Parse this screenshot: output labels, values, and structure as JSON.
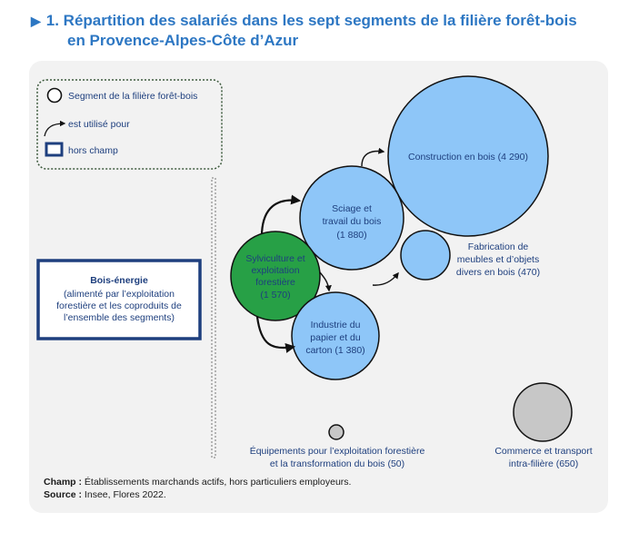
{
  "title": {
    "line1": "1. Répartition des salariés dans les sept segments de la filière forêt-bois",
    "line2": "en Provence-Alpes-Côte d’Azur"
  },
  "legend": {
    "segment": "Segment de la filière forêt-bois",
    "used_for": "est utilisé pour",
    "out_of_scope": "hors champ"
  },
  "bois_energie": {
    "title": "Bois-énergie",
    "lines": [
      "(alimenté par l’exploitation",
      "forestière et les coproduits de",
      "l’ensemble des segments)"
    ]
  },
  "segments": {
    "sylviculture": {
      "lines": [
        "Sylviculture et",
        "exploitation",
        "forestière",
        "(1 570)"
      ],
      "value": 1570
    },
    "sciage": {
      "lines": [
        "Sciage et",
        "travail du bois",
        "(1 880)"
      ],
      "value": 1880
    },
    "construction": {
      "lines": [
        "Construction en bois (4 290)"
      ],
      "value": 4290
    },
    "fabrication": {
      "lines": [
        "Fabrication de",
        "meubles et d’objets",
        "divers en bois (470)"
      ],
      "value": 470
    },
    "industrie": {
      "lines": [
        "Industrie du",
        "papier et du",
        "carton (1 380)"
      ],
      "value": 1380
    },
    "equipements": {
      "lines": [
        "Équipements pour l’exploitation forestière",
        "et la transformation du bois (50)"
      ],
      "value": 50
    },
    "commerce": {
      "lines": [
        "Commerce et transport",
        "intra-filière (650)"
      ],
      "value": 650
    }
  },
  "colors": {
    "title": "#2d77c3",
    "blue_bubble": "#8ec6f8",
    "green_bubble": "#27a046",
    "gray_bubble": "#c7c7c7",
    "dark_blue": "#1e3f7e",
    "panel": "#f2f2f2"
  },
  "notes": {
    "champ_label": "Champ :",
    "champ_text": " Établissements marchands actifs, hors particuliers employeurs.",
    "source_label": "Source :",
    "source_text": " Insee, Flores 2022."
  }
}
